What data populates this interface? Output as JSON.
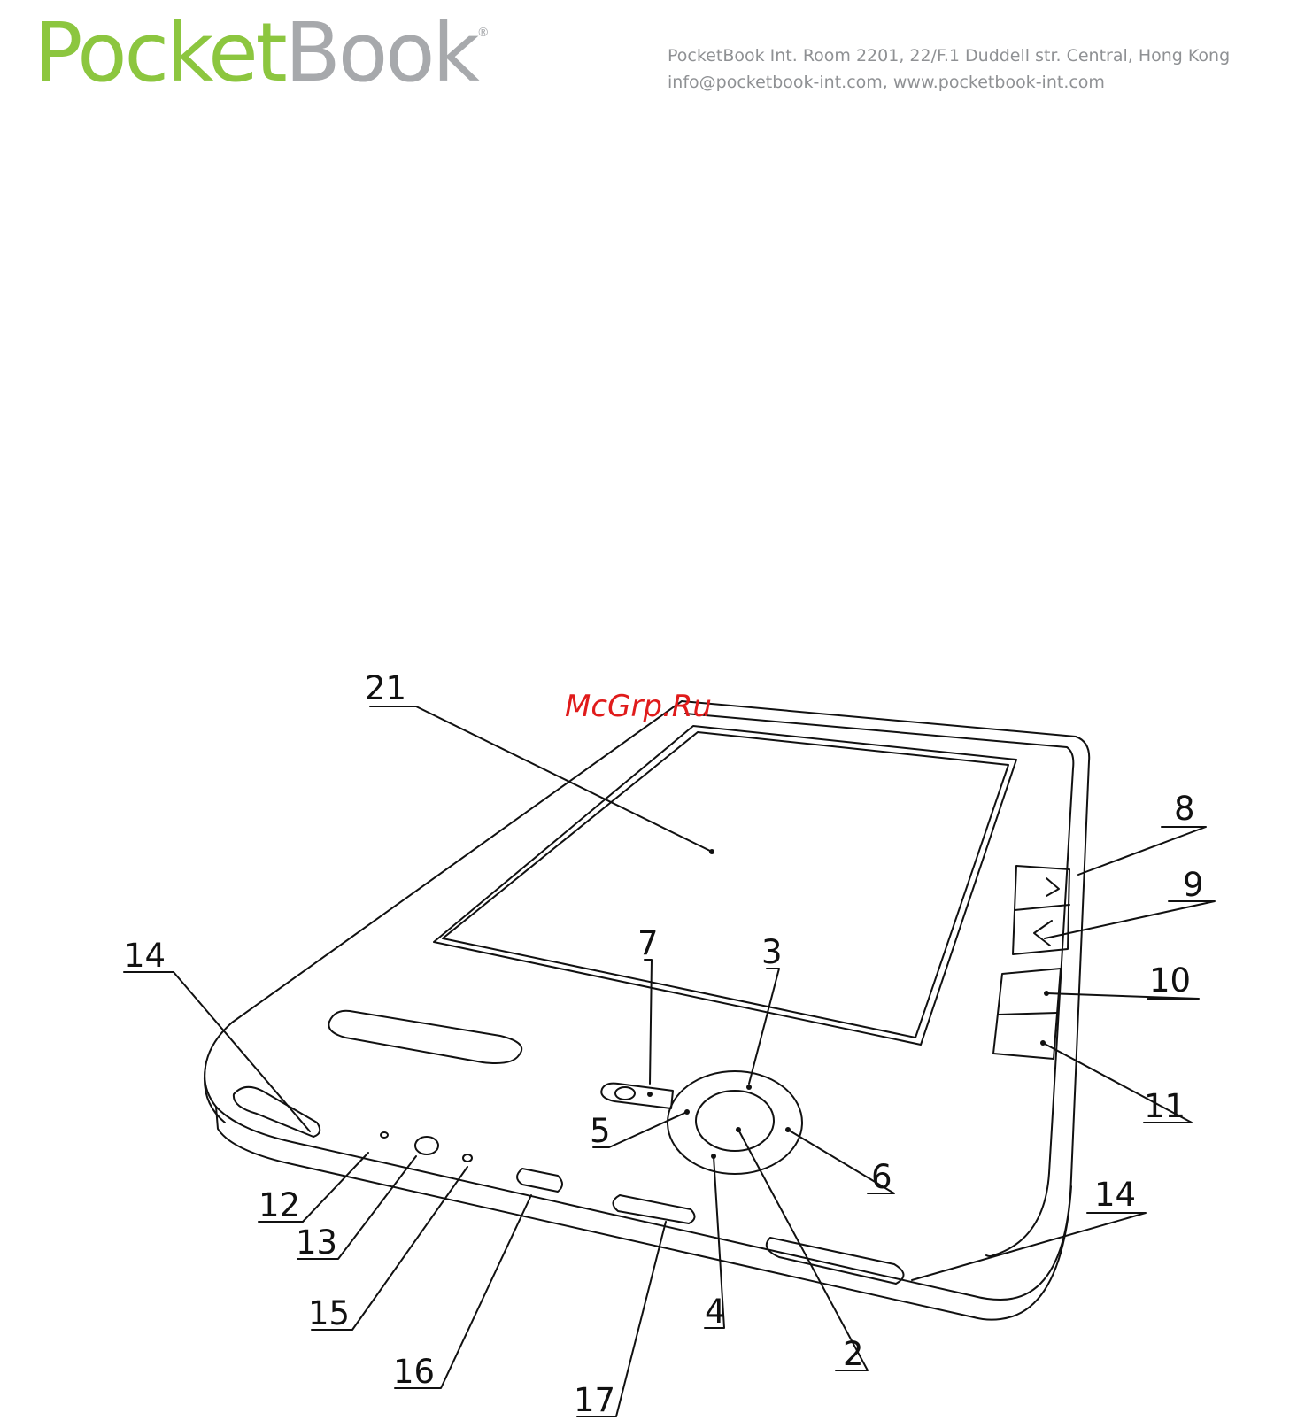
{
  "header": {
    "logo_pocket": "Pocket",
    "logo_book": "Book",
    "logo_reg": "®",
    "address_line1": "PocketBook Int. Room 2201, 22/F.1 Duddell str. Central, Hong Kong",
    "address_line2": "info@pocketbook-int.com, www.pocketbook-int.com"
  },
  "watermark": "McGrp.Ru",
  "colors": {
    "logo_green": "#8cc63f",
    "logo_gray": "#a7a9ac",
    "watermark_red": "#e01b1b",
    "line": "#111111"
  },
  "callouts": {
    "c21": "21",
    "c14a": "14",
    "c7": "7",
    "c3": "3",
    "c8": "8",
    "c9": "9",
    "c10": "10",
    "c11": "11",
    "c5": "5",
    "c6": "6",
    "c12": "12",
    "c13": "13",
    "c14b": "14",
    "c15": "15",
    "c16": "16",
    "c17": "17",
    "c4": "4",
    "c2": "2"
  }
}
